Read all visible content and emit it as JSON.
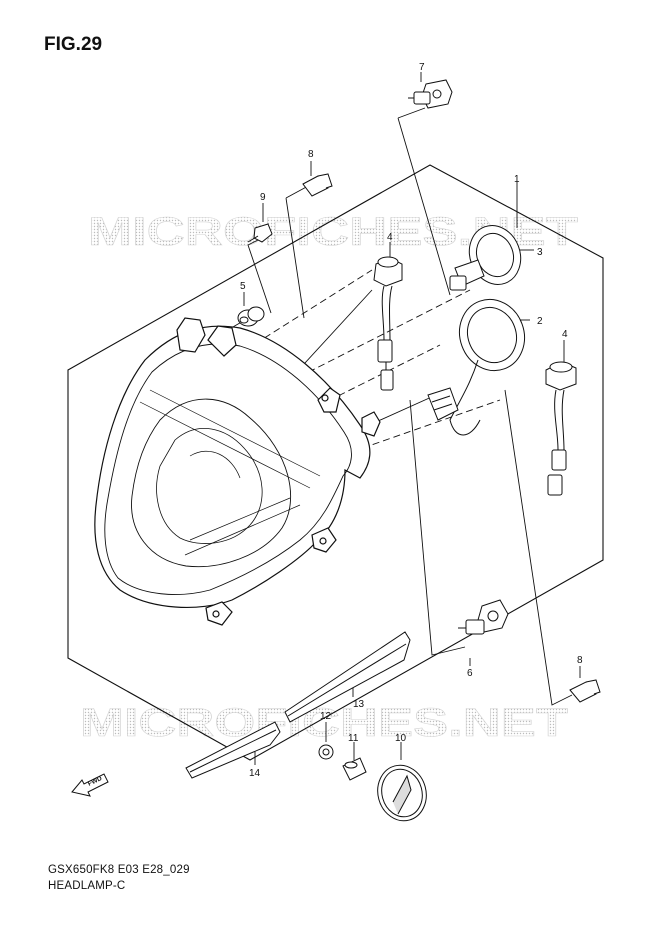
{
  "figure": {
    "title": "FIG.29",
    "model_code": "GSX650FK8 E03 E28_029",
    "section_name": "HEADLAMP-C"
  },
  "watermark": {
    "text": "MICROFICHES.NET"
  },
  "fwd_label": "FWD",
  "callouts": [
    "1",
    "2",
    "3",
    "4",
    "4",
    "5",
    "6",
    "7",
    "8",
    "8",
    "9",
    "10",
    "11",
    "12",
    "13",
    "14"
  ]
}
